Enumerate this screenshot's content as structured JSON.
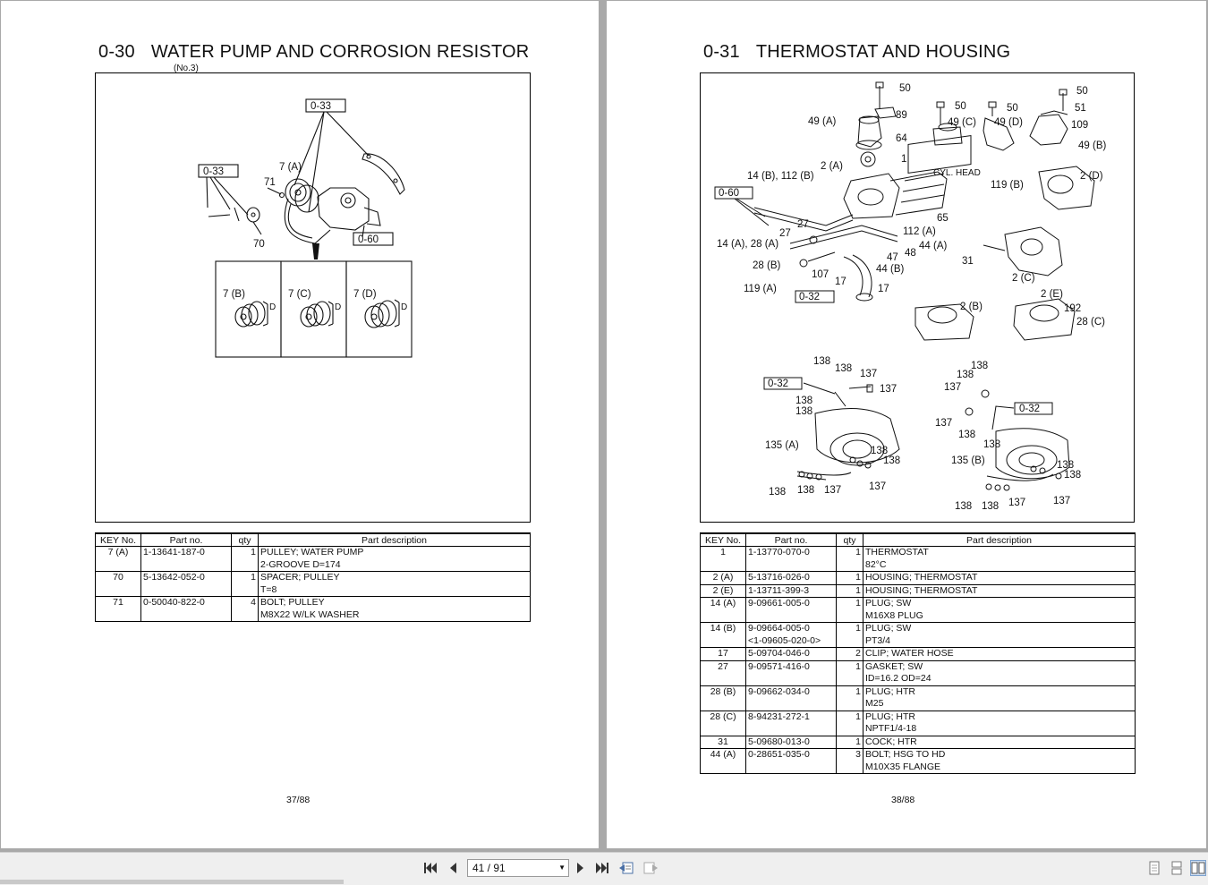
{
  "left_page": {
    "section_number": "0-30",
    "section_title": "WATER PUMP AND CORROSION RESISTOR",
    "subnote": "(No.3)",
    "figure_labels": [
      "0-33",
      "0-33",
      "7 (A)",
      "71",
      "70",
      "0-60",
      "7 (B)",
      "7 (C)",
      "7 (D)",
      "D",
      "D",
      "D"
    ],
    "table_headers": [
      "KEY No.",
      "Part no.",
      "qty",
      "Part description"
    ],
    "rows": [
      {
        "key": "7 (A)",
        "part_no": "1-13641-187-0",
        "qty": "1",
        "desc": "PULLEY; WATER PUMP",
        "desc2": "2-GROOVE D=174"
      },
      {
        "key": "70",
        "part_no": "5-13642-052-0",
        "qty": "1",
        "desc": "SPACER; PULLEY",
        "desc2": "T=8"
      },
      {
        "key": "71",
        "part_no": "0-50040-822-0",
        "qty": "4",
        "desc": "BOLT; PULLEY",
        "desc2": "M8X22 W/LK WASHER"
      }
    ],
    "page_number": "37/88"
  },
  "right_page": {
    "section_number": "0-31",
    "section_title": "THERMOSTAT AND HOUSING",
    "figure_labels": [
      "50",
      "89",
      "49 (A)",
      "64",
      "1",
      "50",
      "50",
      "49 (C)",
      "49 (D)",
      "50",
      "51",
      "109",
      "49 (B)",
      "2 (A)",
      "14 (B), 112 (B)",
      "CYL. HEAD",
      "0-60",
      "65",
      "119 (B)",
      "2 (D)",
      "27",
      "27",
      "112 (A)",
      "14 (A), 28 (A)",
      "48",
      "44 (A)",
      "47",
      "31",
      "28 (B)",
      "107",
      "44 (B)",
      "2 (C)",
      "17",
      "119 (A)",
      "17",
      "0-32",
      "2 (B)",
      "2 (E)",
      "192",
      "28 (C)",
      "138",
      "138",
      "137",
      "138",
      "0-32",
      "137",
      "138",
      "138",
      "135 (A)",
      "138",
      "138",
      "138",
      "137",
      "137",
      "138",
      "138",
      "137",
      "0-32",
      "137",
      "138",
      "138",
      "135 (B)",
      "138",
      "138",
      "138",
      "138",
      "137",
      "137"
    ],
    "table_headers": [
      "KEY No.",
      "Part no.",
      "qty",
      "Part description"
    ],
    "rows": [
      {
        "key": "1",
        "part_no": "1-13770-070-0",
        "qty": "1",
        "desc": "THERMOSTAT",
        "desc2": "82°C"
      },
      {
        "key": "2 (A)",
        "part_no": "5-13716-026-0",
        "qty": "1",
        "desc": "HOUSING; THERMOSTAT",
        "desc2": ""
      },
      {
        "key": "2 (E)",
        "part_no": "1-13711-399-3",
        "qty": "1",
        "desc": "HOUSING; THERMOSTAT",
        "desc2": ""
      },
      {
        "key": "14 (A)",
        "part_no": "9-09661-005-0",
        "qty": "1",
        "desc": "PLUG; SW",
        "desc2": "M16X8 PLUG"
      },
      {
        "key": "14 (B)",
        "part_no": "9-09664-005-0",
        "part_no2": "<1-09605-020-0>",
        "qty": "1",
        "desc": "PLUG; SW",
        "desc2": "PT3/4"
      },
      {
        "key": "17",
        "part_no": "5-09704-046-0",
        "qty": "2",
        "desc": "CLIP; WATER HOSE",
        "desc2": ""
      },
      {
        "key": "27",
        "part_no": "9-09571-416-0",
        "qty": "1",
        "desc": "GASKET; SW",
        "desc2": "ID=16.2 OD=24"
      },
      {
        "key": "28 (B)",
        "part_no": "9-09662-034-0",
        "qty": "1",
        "desc": "PLUG; HTR",
        "desc2": "M25"
      },
      {
        "key": "28 (C)",
        "part_no": "8-94231-272-1",
        "qty": "1",
        "desc": "PLUG; HTR",
        "desc2": "NPTF1/4-18"
      },
      {
        "key": "31",
        "part_no": "5-09680-013-0",
        "qty": "1",
        "desc": "COCK; HTR",
        "desc2": ""
      },
      {
        "key": "44 (A)",
        "part_no": "0-28651-035-0",
        "qty": "3",
        "desc": "BOLT; HSG TO HD",
        "desc2": "M10X35 FLANGE"
      }
    ],
    "page_number": "38/88"
  },
  "toolbar": {
    "page_input_value": "41 / 91",
    "icons": [
      "first-page-icon",
      "prev-page-icon",
      "next-page-icon",
      "last-page-icon",
      "go-back-icon",
      "go-forward-icon",
      "single-page-view-icon",
      "continuous-view-icon",
      "two-page-view-icon"
    ]
  }
}
